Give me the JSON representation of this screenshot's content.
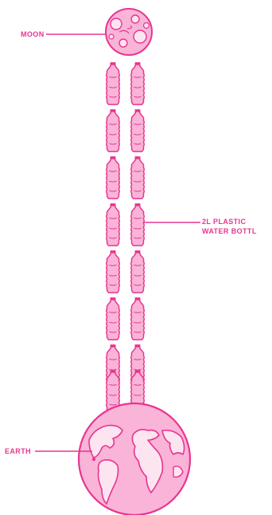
{
  "colors": {
    "accent": "#e8358f",
    "fill": "#f9b4d8",
    "light": "#fde4f1",
    "background": "#ffffff"
  },
  "labels": {
    "moon": "MOON",
    "earth": "EARTH",
    "bottle_line_1": "2L PLASTIC",
    "bottle_line_2": "WATER BOTTL"
  },
  "icons": {
    "moon": "moon-icon",
    "earth": "earth-globe-icon",
    "bottle": "plastic-bottle-icon"
  }
}
